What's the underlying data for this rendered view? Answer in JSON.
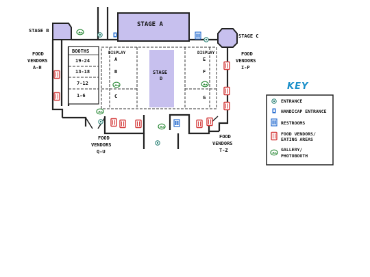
{
  "map": {
    "stages": {
      "a": "STAGE A",
      "b": "STAGE B",
      "c": "STAGE C",
      "d_line1": "STAGE",
      "d_line2": "D"
    },
    "booths": {
      "header": "BOOTHS",
      "rows": [
        "19-24",
        "13-18",
        "7-12",
        "1-6"
      ]
    },
    "displays": {
      "left": "DISPLAY",
      "right": "DISPLAY"
    },
    "sections": {
      "a": "A",
      "b": "B",
      "c": "C",
      "e": "E",
      "f": "F",
      "g": "G"
    },
    "food_vendors": {
      "ah": [
        "FOOD",
        "VENDORS",
        "A-H"
      ],
      "ip": [
        "FOOD",
        "VENDORS",
        "I-P"
      ],
      "qu": [
        "FOOD",
        "VENDORS",
        "Q-U"
      ],
      "tz": [
        "FOOD",
        "VENDORS",
        "T-Z"
      ]
    },
    "colors": {
      "stage": "#c7c0ee",
      "wall": "#222222",
      "food": "#d43a3a",
      "gallery": "#2e8b3a",
      "restroom": "#2a6fd0",
      "entrance": "#1f7a6e",
      "key_title": "#1a8fc9"
    }
  },
  "key": {
    "title": "KEY",
    "items": [
      {
        "icon": "entrance-icon",
        "label_lines": [
          "ENTRANCE"
        ]
      },
      {
        "icon": "handicap-entrance-icon",
        "label_lines": [
          "HANDICAP ENTRANCE"
        ]
      },
      {
        "icon": "restroom-icon",
        "label_lines": [
          "RESTROOMS"
        ]
      },
      {
        "icon": "food-vendor-icon",
        "label_lines": [
          "FOOD VENDORS/",
          "EATING AREAS"
        ]
      },
      {
        "icon": "gallery-icon",
        "label_lines": [
          "GALLERY/",
          "PHOTOBOOTH"
        ]
      }
    ]
  }
}
